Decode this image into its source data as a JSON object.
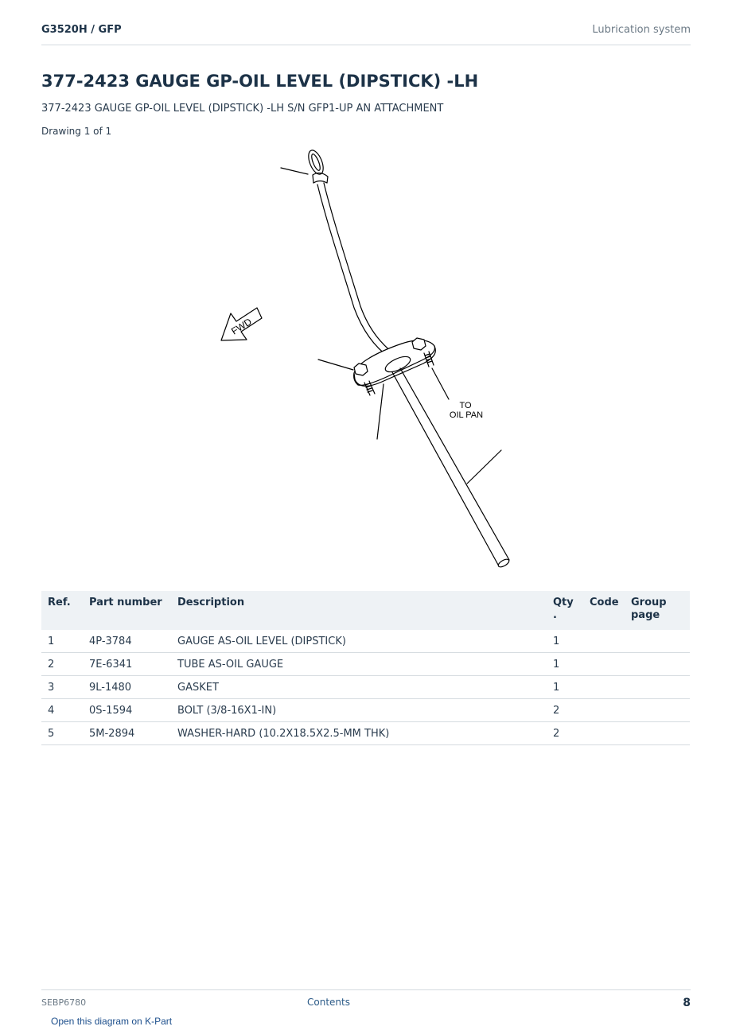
{
  "header": {
    "model": "G3520H  /  GFP",
    "section": "Lubrication system"
  },
  "title": "377-2423 GAUGE GP-OIL LEVEL (DIPSTICK) -LH",
  "subtitle": "377-2423 GAUGE GP-OIL LEVEL (DIPSTICK) -LH S/N GFP1-UP AN ATTACHMENT",
  "drawing_count": "Drawing 1 of 1",
  "drawing": {
    "fwd_label": "FWD",
    "note_line1": "TO",
    "note_line2": "OIL PAN"
  },
  "table": {
    "headers": {
      "ref": "Ref.",
      "part_number": "Part number",
      "description": "Description",
      "qty_line1": "Qty",
      "qty_line2": ".",
      "code": "Code",
      "group_line1": "Group",
      "group_line2": "page"
    },
    "rows": [
      {
        "ref": "1",
        "part_number": "4P-3784",
        "description": "GAUGE AS-OIL LEVEL (DIPSTICK)",
        "qty": "1",
        "code": "",
        "group": ""
      },
      {
        "ref": "2",
        "part_number": "7E-6341",
        "description": "TUBE AS-OIL GAUGE",
        "qty": "1",
        "code": "",
        "group": ""
      },
      {
        "ref": "3",
        "part_number": "9L-1480",
        "description": "GASKET",
        "qty": "1",
        "code": "",
        "group": ""
      },
      {
        "ref": "4",
        "part_number": "0S-1594",
        "description": "BOLT (3/8-16X1-IN)",
        "qty": "2",
        "code": "",
        "group": ""
      },
      {
        "ref": "5",
        "part_number": "5M-2894",
        "description": "WASHER-HARD (10.2X18.5X2.5-MM THK)",
        "qty": "2",
        "code": "",
        "group": ""
      }
    ]
  },
  "footer": {
    "doc_number": "SEBP6780",
    "contents_link": "Contents",
    "page_number": "8"
  },
  "kpart_link": "Open this diagram on K-Part"
}
